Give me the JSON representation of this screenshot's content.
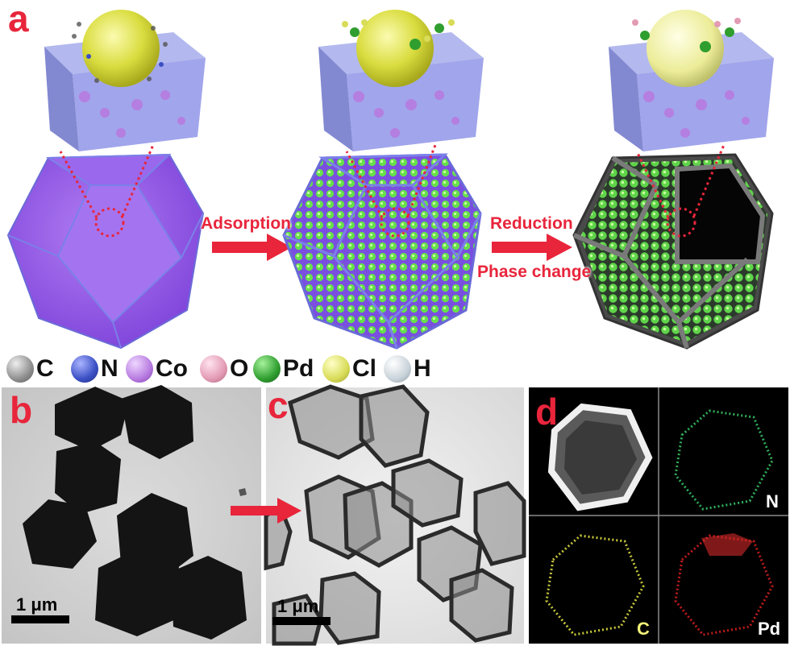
{
  "panel_a": {
    "letter": "a"
  },
  "panel_b": {
    "letter": "b",
    "scale_label": "1 μm"
  },
  "panel_c": {
    "letter": "c",
    "scale_label": "1 μm"
  },
  "panel_d": {
    "letter": "d",
    "map_labels": {
      "N": "N",
      "C": "C",
      "Pd": "Pd"
    }
  },
  "steps": {
    "adsorption": "Adsorption",
    "reduction": "Reduction",
    "phase_change": "Phase change"
  },
  "legend": [
    {
      "symbol": "C",
      "color": "#8f8f8f"
    },
    {
      "symbol": "N",
      "color": "#3b4fc4"
    },
    {
      "symbol": "Co",
      "color": "#b77be0"
    },
    {
      "symbol": "O",
      "color": "#e39bb4"
    },
    {
      "symbol": "Pd",
      "color": "#2f9e2f"
    },
    {
      "symbol": "Cl",
      "color": "#d8dc58"
    },
    {
      "symbol": "H",
      "color": "#c9d3da"
    }
  ],
  "colors": {
    "accent_red": "#e8253b",
    "zif_purple": "#8e55e6",
    "pd_green": "#55d64a",
    "shell_gray": "#555555"
  }
}
